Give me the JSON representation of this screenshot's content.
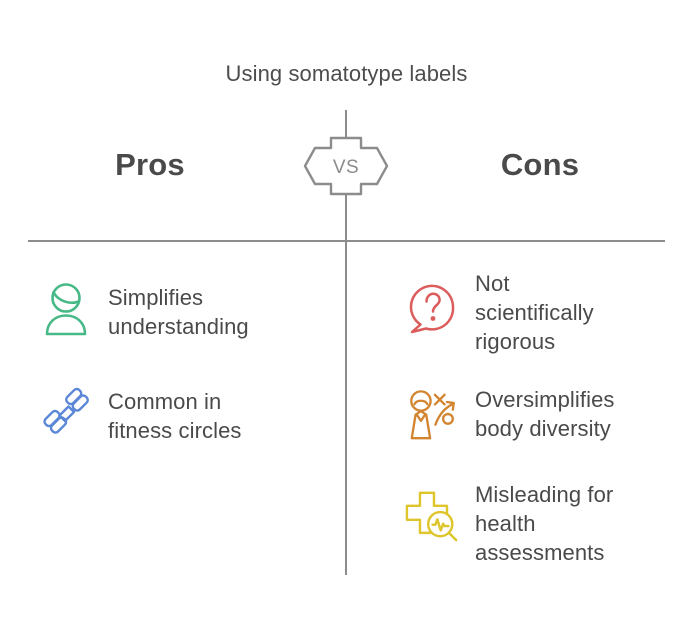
{
  "title": "Using somatotype labels",
  "vs_badge": {
    "label": "VS",
    "color": "#8c8c8c"
  },
  "colors": {
    "text": "#4a4a4a",
    "title": "#4d4d4d",
    "divider": "#8c8c8c",
    "green": "#46b987",
    "blue": "#5b87d6",
    "red": "#dc5c5c",
    "orange": "#d2842f",
    "yellow": "#ddc52b"
  },
  "columns": {
    "pros": {
      "heading": "Pros",
      "items": [
        {
          "icon": "person-icon",
          "color": "#46b987",
          "label": "Simplifies\nunderstanding"
        },
        {
          "icon": "dumbbell-icon",
          "color": "#5b87d6",
          "label": "Common in\nfitness circles"
        }
      ]
    },
    "cons": {
      "heading": "Cons",
      "items": [
        {
          "icon": "question-speech-bubble-icon",
          "color": "#dc5c5c",
          "label": "Not\nscientifically\nrigorous"
        },
        {
          "icon": "person-diversity-chart-icon",
          "color": "#d2842f",
          "label": "Oversimplifies\nbody diversity"
        },
        {
          "icon": "health-cross-magnifier-icon",
          "color": "#ddc52b",
          "label": "Misleading for\nhealth\nassessments"
        }
      ]
    }
  }
}
